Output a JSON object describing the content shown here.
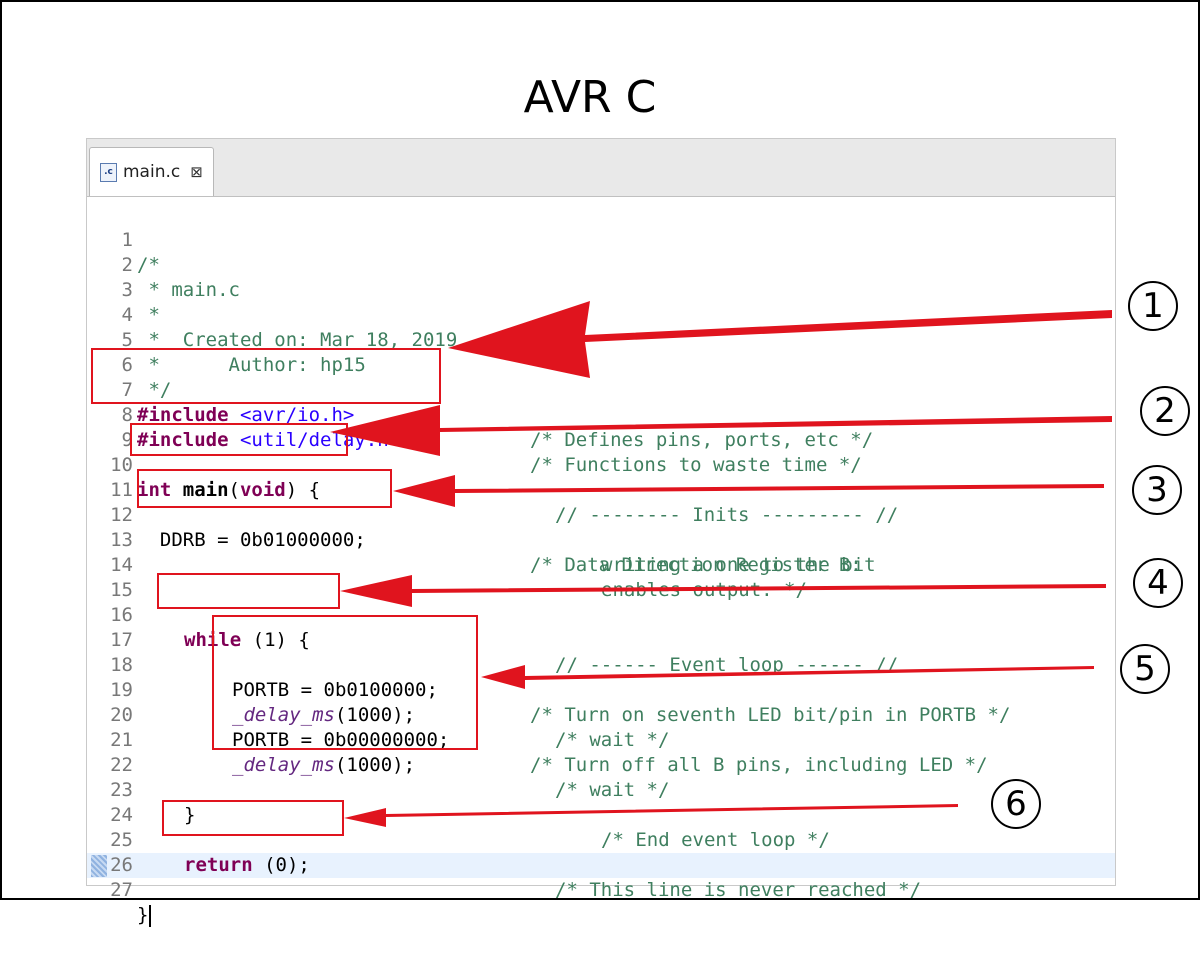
{
  "title": "AVR C",
  "tab": {
    "label": "main.c",
    "icon": "c-file-icon",
    "close_glyph": "⊠"
  },
  "lines": [
    {
      "n": "1",
      "code": "/*",
      "comment": ""
    },
    {
      "n": "2",
      "code": " * main.c",
      "comment": ""
    },
    {
      "n": "3",
      "code": " *",
      "comment": ""
    },
    {
      "n": "4",
      "code": " *  Created on: Mar 18, 2019",
      "comment": ""
    },
    {
      "n": "5",
      "code": " *      Author: hp15",
      "comment": ""
    },
    {
      "n": "6",
      "code": " */",
      "comment": ""
    },
    {
      "n": "7",
      "kw": "#include",
      "inc": " <avr/io.h>",
      "comment": "/* Defines pins, ports, etc */"
    },
    {
      "n": "8",
      "kw": "#include",
      "inc": " <util/delay.h>",
      "comment": "/* Functions to waste time */"
    },
    {
      "n": "9",
      "code": "",
      "comment": ""
    },
    {
      "n": "10",
      "kw": "int",
      "fn_kw": " main",
      "rest": "(",
      "kw2": "void",
      "rest2": ") {",
      "comment": "// -------- Inits --------- //"
    },
    {
      "n": "11",
      "code": "",
      "comment": ""
    },
    {
      "n": "12",
      "code": "  DDRB = 0b01000000;",
      "comment": "/* Data Direction Register B:"
    },
    {
      "n": "13",
      "code": "",
      "comment": "writing a one to the bit"
    },
    {
      "n": "14",
      "code": "",
      "comment": "enables output. */"
    },
    {
      "n": "15",
      "code": "",
      "comment": ""
    },
    {
      "n": "16",
      "kw": "while",
      "rest": " (1) {",
      "comment": "// ------ Event loop ------ //"
    },
    {
      "n": "17",
      "code": "",
      "comment": ""
    },
    {
      "n": "18",
      "code": "PORTB = 0b0100000;",
      "comment": "/* Turn on seventh LED bit/pin in PORTB */"
    },
    {
      "n": "19",
      "fn": "_delay_ms",
      "rest": "(1000);",
      "comment": "/* wait */"
    },
    {
      "n": "20",
      "code": "PORTB = 0b00000000;",
      "comment": "/* Turn off all B pins, including LED */"
    },
    {
      "n": "21",
      "fn": "_delay_ms",
      "rest": "(1000);",
      "comment": "/* wait */"
    },
    {
      "n": "22",
      "code": "",
      "comment": ""
    },
    {
      "n": "23",
      "code": "}",
      "comment": "/* End event loop */"
    },
    {
      "n": "24",
      "code": "",
      "comment": ""
    },
    {
      "n": "25",
      "kw": "return",
      "rest": " (0);",
      "comment": "/* This line is never reached */"
    },
    {
      "n": "26",
      "code": "",
      "comment": ""
    },
    {
      "n": "27",
      "code": "}",
      "comment": ""
    }
  ],
  "callouts": [
    "1",
    "2",
    "3",
    "4",
    "5",
    "6"
  ],
  "colors": {
    "annotation_red": "#e0141e",
    "comment_green": "#3f7f5f",
    "keyword_purple": "#7f0055",
    "include_blue": "#2a00ff",
    "function_purple": "#642880",
    "current_line": "#e8f2fe"
  }
}
